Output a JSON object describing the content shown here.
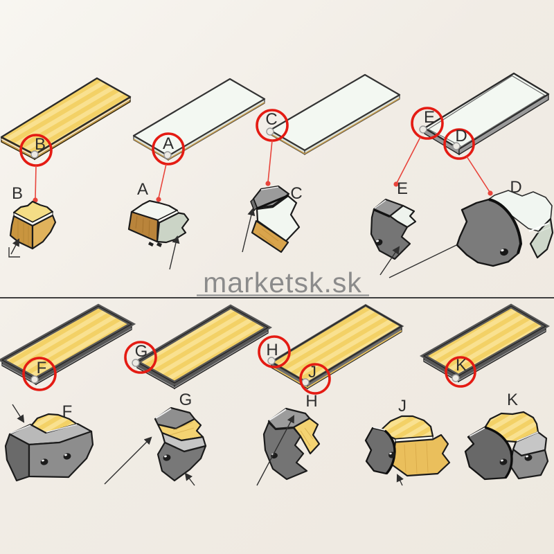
{
  "watermark": {
    "text": "marketsk.sk"
  },
  "colors": {
    "highlight_red": "#e41b13",
    "connector_red": "#e8443b",
    "board_yellow_light": "#f9e190",
    "board_yellow_dark": "#f3d166",
    "board_white": "#f3f8f2",
    "frame_gray": "#565656",
    "metal_gray": "#7d7d7d",
    "wood_face": "#c9953f",
    "label_dark": "#2e2e2e",
    "watermark_gray": "#8b8b8b"
  },
  "markers": {
    "a": {
      "circle": "A",
      "detail": "A"
    },
    "b": {
      "circle": "B",
      "detail": "B"
    },
    "c": {
      "circle": "C",
      "detail": "C"
    },
    "d": {
      "circle": "D",
      "detail": "D"
    },
    "e": {
      "circle": "E",
      "detail": "E"
    },
    "f": {
      "circle": "F",
      "detail": "F"
    },
    "g": {
      "circle": "G",
      "detail": "G"
    },
    "h": {
      "circle": "H",
      "detail": "H"
    },
    "j": {
      "circle": "J",
      "detail": "J"
    },
    "k": {
      "circle": "K",
      "detail": "K"
    }
  }
}
